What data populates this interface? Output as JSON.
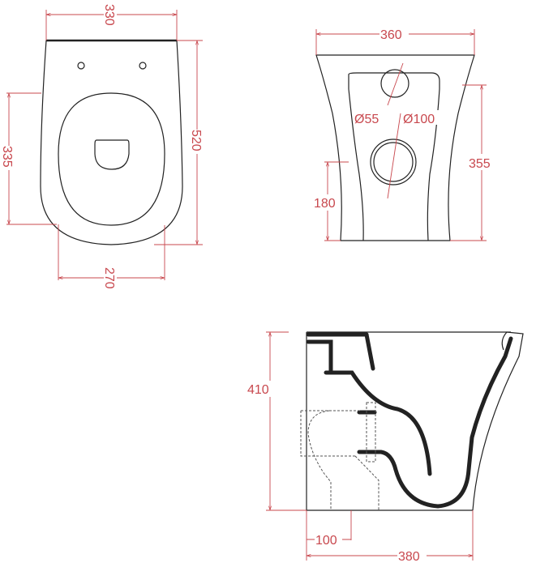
{
  "top_view": {
    "width": "330",
    "length": "520",
    "seat_offset": "335",
    "seat_width": "270"
  },
  "rear_view": {
    "width": "360",
    "height_inlet": "355",
    "height_outlet": "180",
    "inlet_diameter": "Ø55",
    "outlet_diameter": "Ø100"
  },
  "side_view": {
    "height": "410",
    "outlet_offset": "100",
    "depth": "380"
  },
  "colors": {
    "dimension": "#c8484e",
    "outline": "#222222"
  }
}
